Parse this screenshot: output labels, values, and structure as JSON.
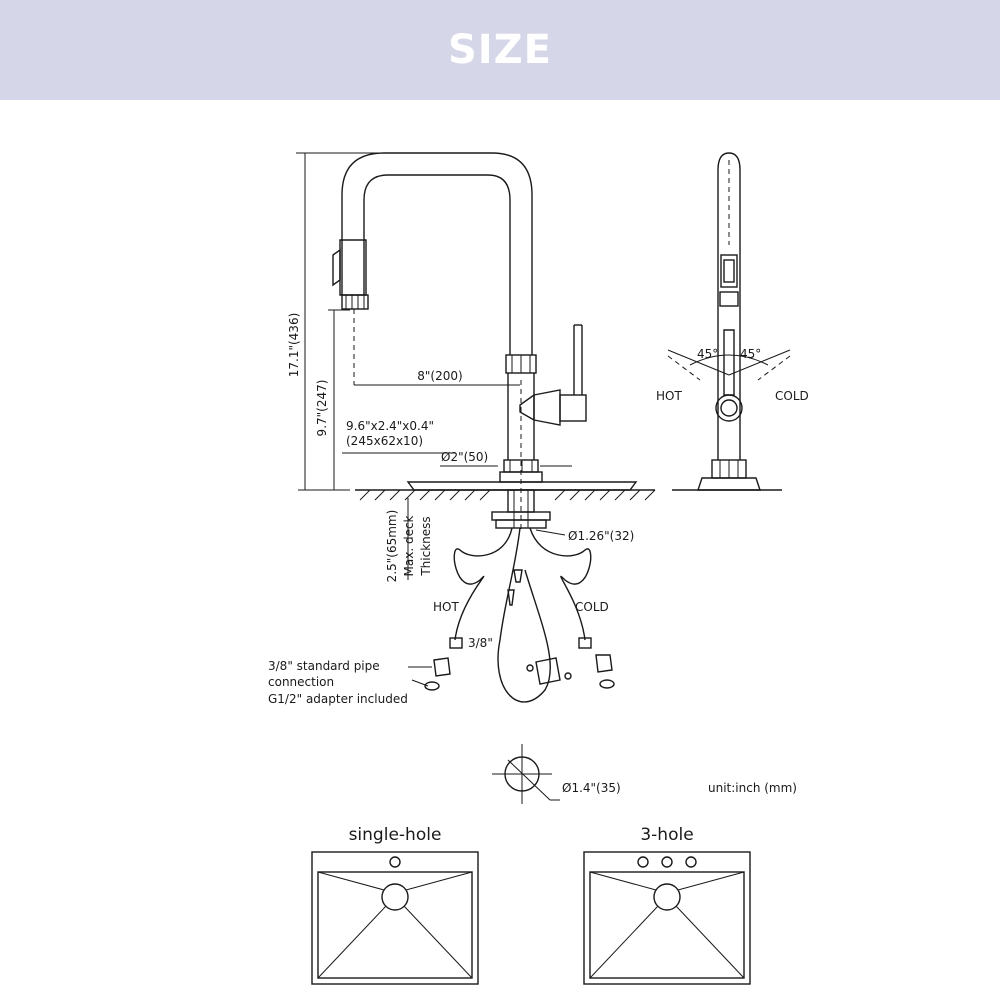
{
  "banner": {
    "title": "SIZE"
  },
  "labels": {
    "total_height": "17.1\"(436)",
    "spout_height": "9.7\"(247)",
    "reach": "8\"(200)",
    "plate_size": "9.6\"x2.4\"x0.4\"",
    "plate_size_mm": "(245x62x10)",
    "base_diameter": "Ø2\"(50)",
    "shank_diameter": "Ø1.26\"(32)",
    "deck_max": "2.5\"(65mm)",
    "deck_line2": "Max. deck",
    "deck_line3": "Thickness",
    "hot": "HOT",
    "cold": "COLD",
    "fitting_size": "3/8\"",
    "pipe_note_line1": "3/8\" standard pipe",
    "pipe_note_line2": "connection",
    "pipe_note_line3": "G1/2\" adapter included",
    "side_hot": "HOT",
    "side_cold": "COLD",
    "angle_left": "45°",
    "angle_right": "45°",
    "hole_diameter": "Ø1.4\"(35)",
    "unit_note": "unit:inch (mm)",
    "sink_single": "single-hole",
    "sink_three": "3-hole"
  }
}
